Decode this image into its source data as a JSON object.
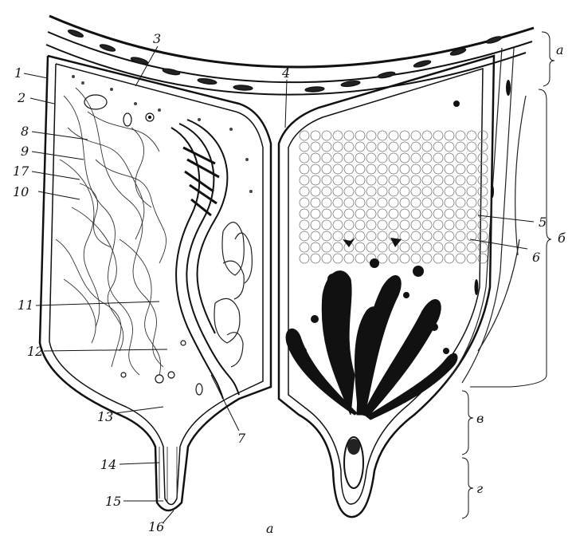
{
  "figure": {
    "caption": "а",
    "labels": [
      {
        "id": "1",
        "text": "1"
      },
      {
        "id": "2",
        "text": "2"
      },
      {
        "id": "3",
        "text": "3"
      },
      {
        "id": "4",
        "text": "4"
      },
      {
        "id": "5",
        "text": "5"
      },
      {
        "id": "6",
        "text": "6"
      },
      {
        "id": "7",
        "text": "7"
      },
      {
        "id": "8",
        "text": "8"
      },
      {
        "id": "9",
        "text": "9"
      },
      {
        "id": "10",
        "text": "10"
      },
      {
        "id": "11",
        "text": "11"
      },
      {
        "id": "12",
        "text": "12"
      },
      {
        "id": "13",
        "text": "13"
      },
      {
        "id": "14",
        "text": "14"
      },
      {
        "id": "15",
        "text": "15"
      },
      {
        "id": "16",
        "text": "16"
      },
      {
        "id": "17",
        "text": "17"
      }
    ],
    "brackets": [
      {
        "id": "a",
        "text": "а"
      },
      {
        "id": "b",
        "text": "б"
      },
      {
        "id": "v",
        "text": "в"
      },
      {
        "id": "g",
        "text": "г"
      }
    ]
  }
}
